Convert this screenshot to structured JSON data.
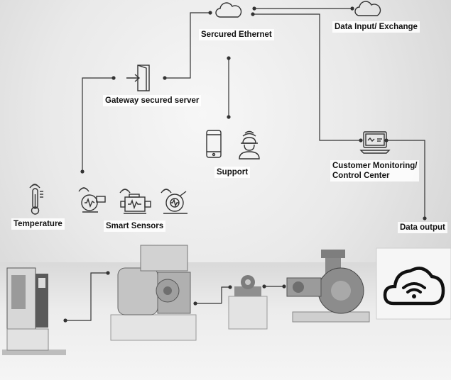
{
  "labels": {
    "secured_ethernet": "Sercured Ethernet",
    "data_input": "Data Input/ Exchange",
    "gateway": "Gateway secured server",
    "support": "Support",
    "customer_line1": "Customer Monitoring/",
    "customer_line2": "Control Center",
    "temperature": "Temperature",
    "smart_sensors": "Smart Sensors",
    "data_output": "Data output"
  },
  "icons": [
    "cloud-icon",
    "cloud-icon",
    "door-enter-icon",
    "smartphone-icon",
    "worker-icon",
    "laptop-icon",
    "thermometer-icon",
    "pump-sensor-icon",
    "motor-sensor-icon",
    "fan-sensor-icon",
    "cloud-wifi-icon"
  ],
  "colors": {
    "line": "#333333",
    "text": "#111111",
    "background": "#e9e9e9"
  }
}
